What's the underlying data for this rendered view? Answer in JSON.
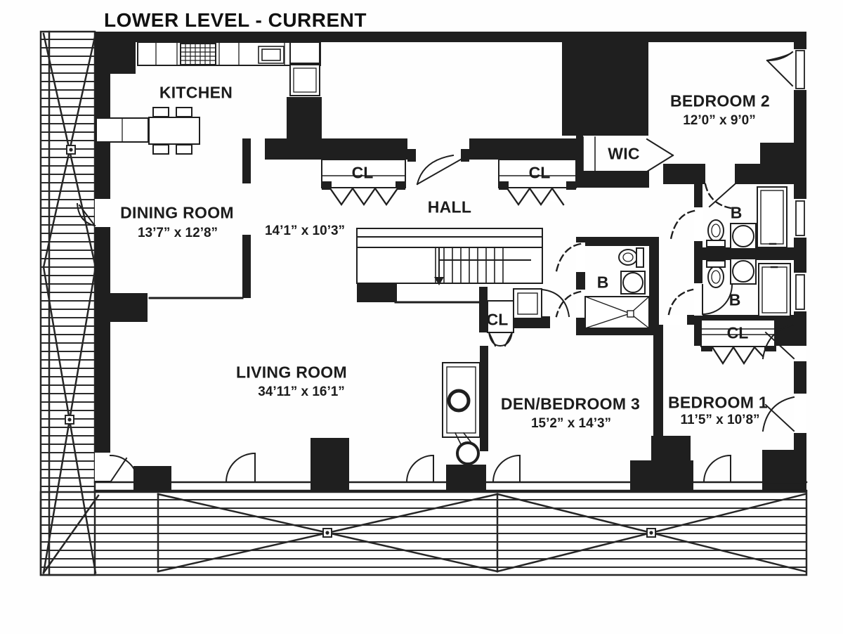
{
  "title": "LOWER LEVEL - CURRENT",
  "rooms": {
    "kitchen": {
      "name": "KITCHEN"
    },
    "dining_room": {
      "name": "DINING ROOM",
      "dims": "13’7” x 12’8”"
    },
    "hall": {
      "name": "HALL",
      "dims": "14’1” x 10’3”"
    },
    "living_room": {
      "name": "LIVING ROOM",
      "dims": "34’11” x 16’1”"
    },
    "den_bedroom3": {
      "name": "DEN/BEDROOM 3",
      "dims": "15’2” x 14’3”"
    },
    "bedroom1": {
      "name": "BEDROOM 1",
      "dims": "11’5” x 10’8”"
    },
    "bedroom2": {
      "name": "BEDROOM 2",
      "dims": "12’0” x 9’0”"
    },
    "wic": {
      "name": "WIC"
    }
  },
  "abbrev": {
    "closet": "CL",
    "bath": "B"
  }
}
